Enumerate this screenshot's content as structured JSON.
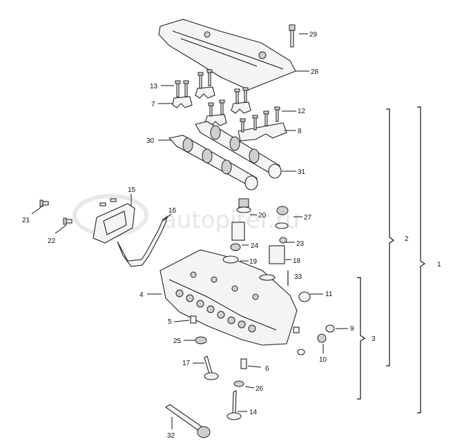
{
  "watermark": "autopiter.ru",
  "callouts": {
    "c1": "1",
    "c2": "2",
    "c3": "3",
    "c4": "4",
    "c5": "5",
    "c6": "6",
    "c7": "7",
    "c8": "8",
    "c9": "9",
    "c10": "10",
    "c11": "11",
    "c12": "12",
    "c13": "13",
    "c14": "14",
    "c15": "15",
    "c16": "16",
    "c17": "17",
    "c18": "18",
    "c19": "19",
    "c20": "20",
    "c21": "21",
    "c22": "22",
    "c23": "23",
    "c24": "24",
    "c25": "25",
    "c26": "26",
    "c27": "27",
    "c28": "28",
    "c29": "29",
    "c30": "30",
    "c31": "31",
    "c32": "32",
    "c33": "33"
  }
}
